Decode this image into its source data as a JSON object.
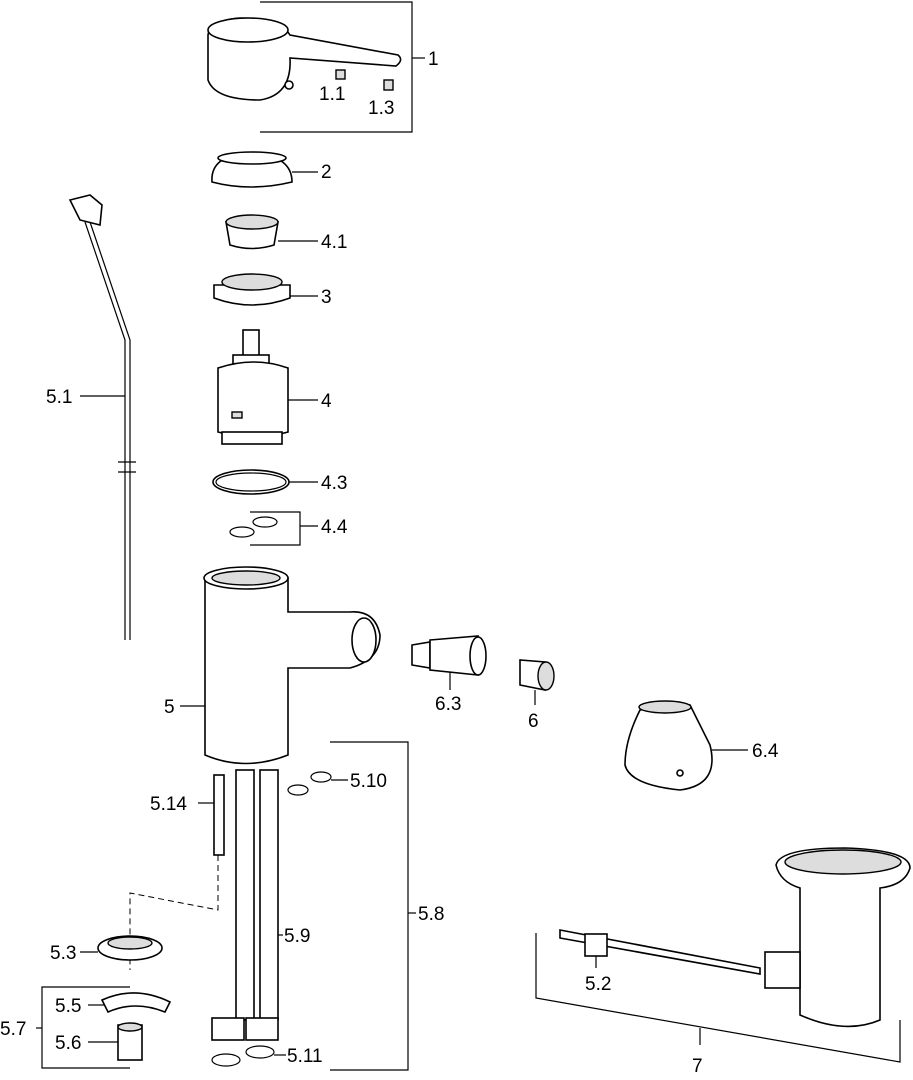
{
  "diagram": {
    "type": "exploded-parts-diagram",
    "labels": {
      "p1": "1",
      "p1_1": "1.1",
      "p1_3": "1.3",
      "p2": "2",
      "p4_1": "4.1",
      "p3": "3",
      "p5_1": "5.1",
      "p4": "4",
      "p4_3": "4.3",
      "p4_4": "4.4",
      "p5": "5",
      "p6_3": "6.3",
      "p6": "6",
      "p6_4": "6.4",
      "p5_14": "5.14",
      "p5_10": "5.10",
      "p5_8": "5.8",
      "p5_9": "5.9",
      "p5_3": "5.3",
      "p5_5": "5.5",
      "p5_7": "5.7",
      "p5_6": "5.6",
      "p5_11": "5.11",
      "p5_2": "5.2",
      "p7": "7"
    }
  }
}
